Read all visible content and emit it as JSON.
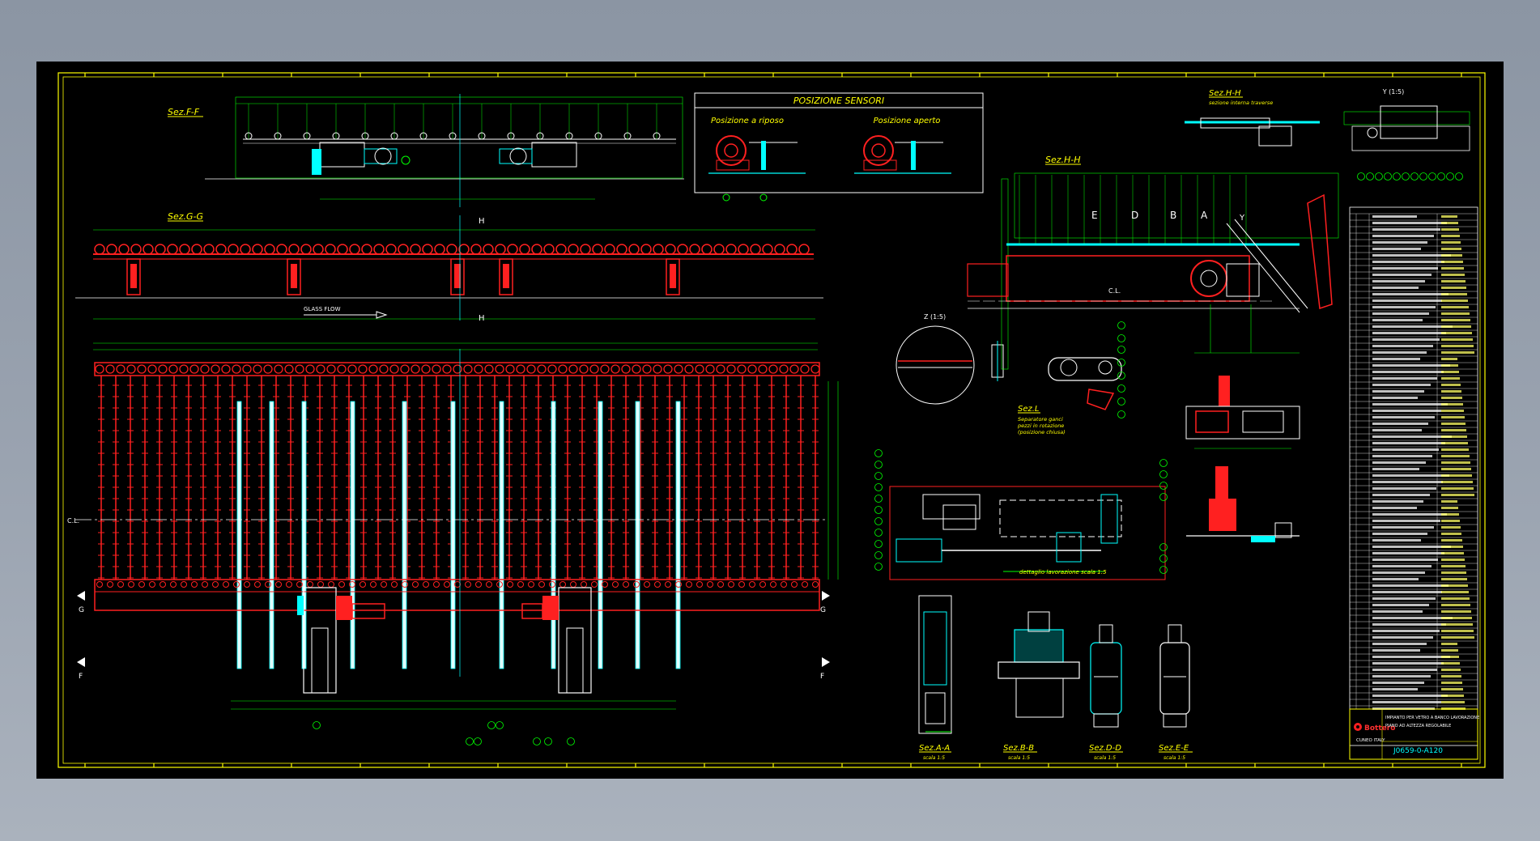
{
  "colors": {
    "background": "#000000",
    "frame": "#ffff00",
    "red_parts": "#ff2020",
    "green_dim": "#00ff00",
    "cyan_parts": "#00ffff",
    "white_lines": "#ffffff",
    "magenta": "#ff00ff"
  },
  "icons": [
    "section-marker-icon",
    "balloon-callout-icon",
    "company-logo-icon"
  ],
  "sections": {
    "sez_ff": "Sez.F-F",
    "sez_gg": "Sez.G-G",
    "sez_hh": "Sez.H-H",
    "sez_hh_small": "Sez.H-H",
    "sez_hh_small_note": "sezione interna traverse",
    "sez_l": "Sez.L",
    "sez_l_note_1": "Separatore ganci",
    "sez_l_note_2": "pezzi in rotazione",
    "sez_l_note_3": "(posizione chiusa)",
    "sez_aa": "Sez.A-A",
    "sez_bb": "Sez.B-B",
    "sez_dd": "Sez.D-D",
    "sez_ee": "Sez.E-E",
    "scale_aa": "scala 1:5",
    "scale_bb": "scala 1:5",
    "scale_dd": "scala 1:5",
    "scale_ee": "scala 1:5"
  },
  "sensor_box": {
    "title": "POSIZIONE SENSORI",
    "rest_label": "Posizione a riposo",
    "open_label": "Posizione aperto"
  },
  "labels": {
    "glass_flow": "GLASS FLOW",
    "center_line_left": "C.L.",
    "center_line_hh": "C.L.",
    "detail_label": "dettaglio lavorazione scala 1:5",
    "detail_z": "Z (1:5)",
    "view_y": "Y (1:5)",
    "marker_h": "H",
    "marker_e": "E",
    "marker_d": "D",
    "marker_b": "B",
    "marker_a": "A",
    "marker_y": "Y",
    "marker_g": "G",
    "marker_f": "F"
  },
  "title_block": {
    "company": "Bottero",
    "country": "CUNEO ITALY",
    "drawing_number": "J0659-0-A120",
    "description_1": "IMPIANTO PER VETRO A BANCO LAVORAZIONE",
    "description_2": "PIANO AD ALTEZZA REGOLABILE"
  }
}
